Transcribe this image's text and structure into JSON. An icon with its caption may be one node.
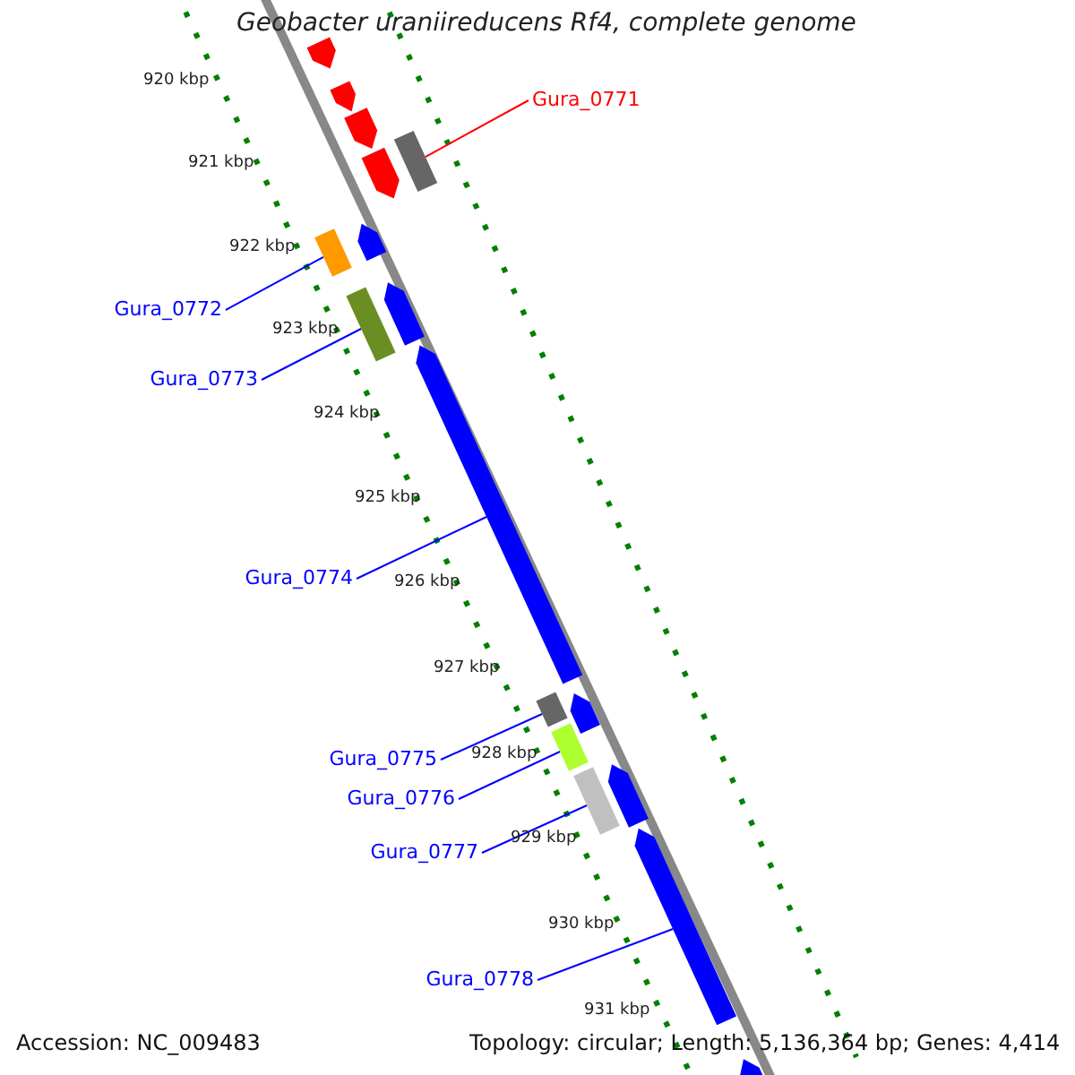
{
  "diagram": {
    "title": "Geobacter uraniireducens Rf4, complete genome",
    "nodes": [
      {
        "text": [],
        "shape": "arrow"
      },
      {
        "text": [],
        "shape": "arrow"
      },
      {
        "text": [],
        "shape": "arrow"
      },
      {
        "text": [],
        "shape": "arrow"
      },
      {
        "text": [],
        "shape": "box"
      },
      {
        "text": [],
        "shape": "box"
      },
      {
        "text": [],
        "shape": "arrow"
      },
      {
        "text": [],
        "shape": "box"
      },
      {
        "text": [],
        "shape": "arrow"
      },
      {
        "text": [],
        "shape": "arrow"
      },
      {
        "text": [],
        "shape": "box"
      },
      {
        "text": [],
        "shape": "arrow"
      },
      {
        "text": [],
        "shape": "box"
      },
      {
        "text": [],
        "shape": "box"
      },
      {
        "text": [],
        "shape": "arrow"
      },
      {
        "text": [],
        "shape": "arrow"
      },
      {
        "text": [],
        "shape": "arrow"
      },
      {
        "text": [
          "Gura_0771"
        ]
      },
      {
        "text": [
          "Gura_0772"
        ]
      },
      {
        "text": [
          "Gura_0773"
        ]
      },
      {
        "text": [
          "Gura_0774"
        ]
      },
      {
        "text": [
          "Gura_0775"
        ]
      },
      {
        "text": [
          "Gura_0776"
        ]
      },
      {
        "text": [
          "Gura_0777"
        ]
      },
      {
        "text": [
          "Gura_0778"
        ]
      }
    ],
    "edges": [
      {
        "from": 17,
        "to": 4,
        "arrow": "none",
        "color": "#ff0000"
      },
      {
        "from": 18,
        "to": 5,
        "arrow": "none"
      },
      {
        "from": 19,
        "to": 7,
        "arrow": "none"
      },
      {
        "from": 20,
        "to": 9,
        "arrow": "none"
      },
      {
        "from": 21,
        "to": 10,
        "arrow": "none"
      },
      {
        "from": 22,
        "to": 12,
        "arrow": "none"
      },
      {
        "from": 23,
        "to": 13,
        "arrow": "none"
      },
      {
        "from": 24,
        "to": 15,
        "arrow": "none"
      }
    ],
    "labels": [
      "920 kbp",
      "921 kbp",
      "922 kbp",
      "923 kbp",
      "924 kbp",
      "925 kbp",
      "926 kbp",
      "927 kbp",
      "928 kbp",
      "929 kbp",
      "930 kbp",
      "931 kbp",
      "Accession: NC_009483",
      "Topology: circular; Length: 5,136,364 bp; Genes: 4,414"
    ]
  }
}
